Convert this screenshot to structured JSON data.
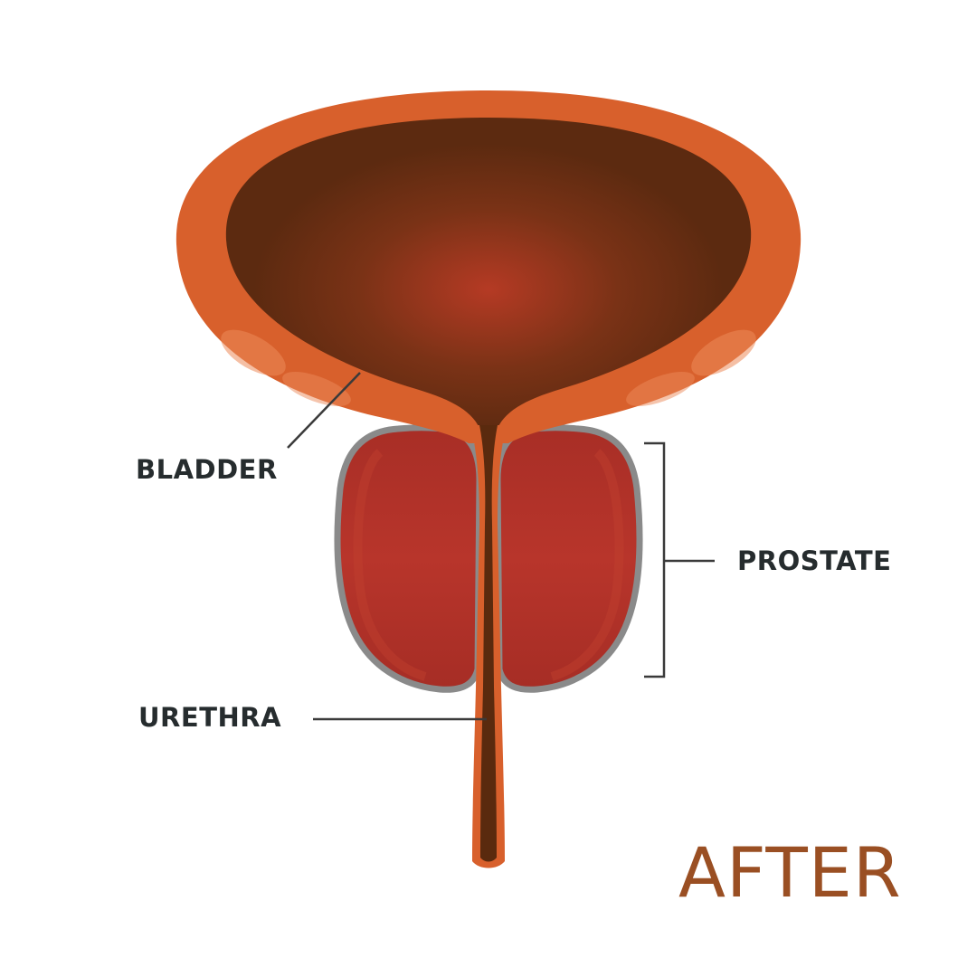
{
  "labels": {
    "bladder": "BLADDER",
    "prostate": "PROSTATE",
    "urethra": "URETHRA"
  },
  "title": "AFTER",
  "colors": {
    "bladder_wall": "#d8602c",
    "bladder_inner": "#5c2a10",
    "bladder_center": "#b53a24",
    "prostate_fill": "#b3312a",
    "prostate_outline": "#8a8a8a",
    "urethra": "#5a2a0e",
    "label_text": "#262c2e",
    "title_text": "#9a4f23",
    "leader_line": "#3a3a3a"
  }
}
